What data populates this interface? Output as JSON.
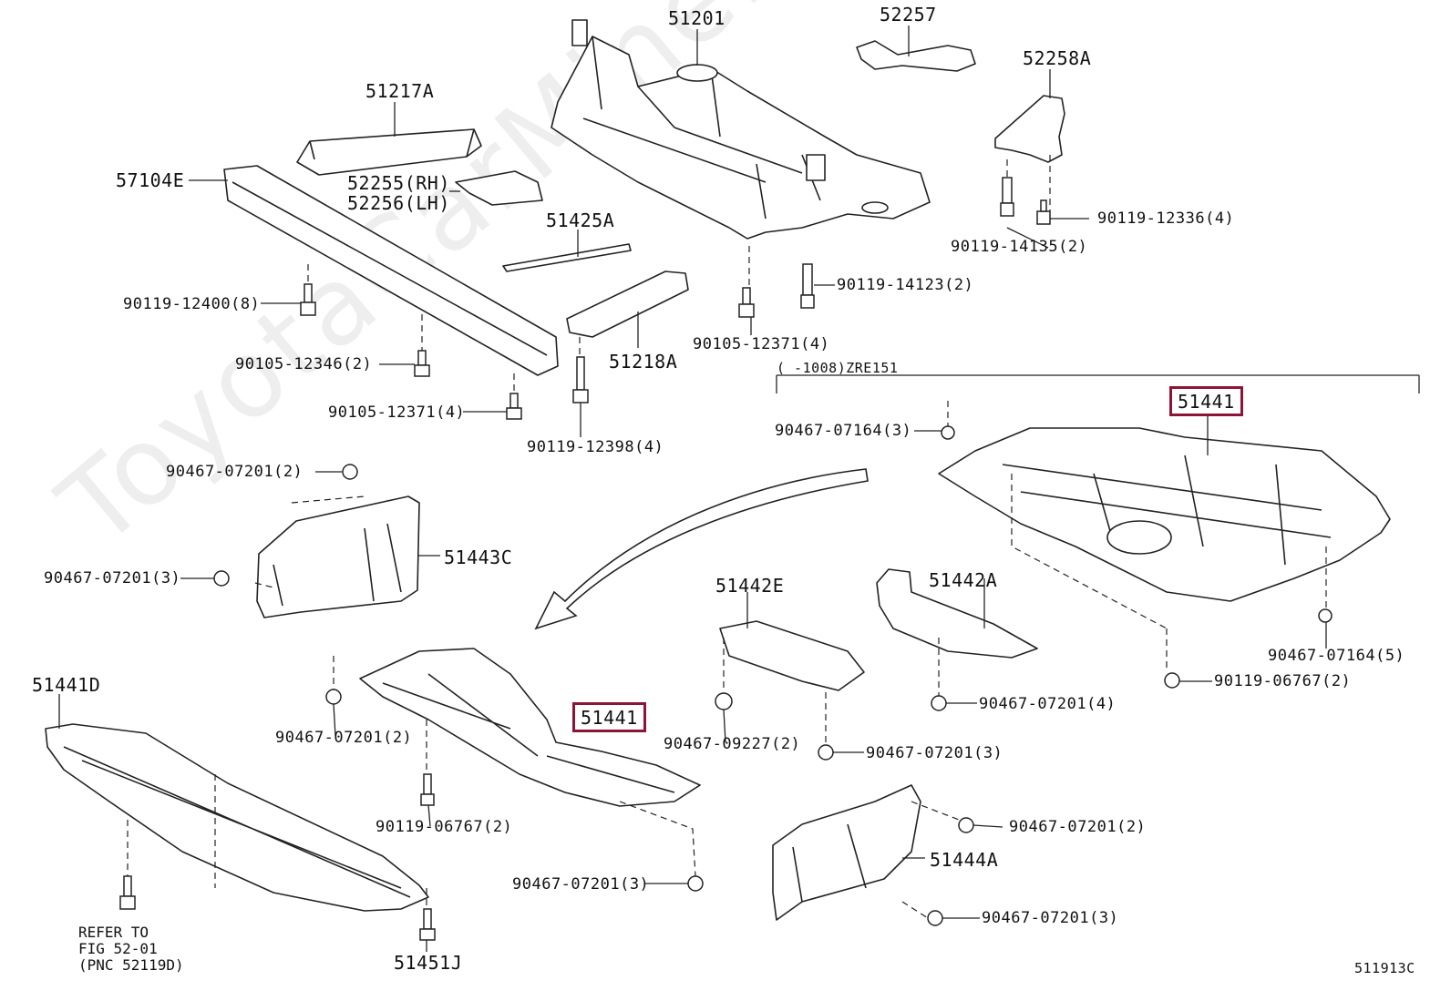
{
  "watermark": "ToyotaCarMine.ru",
  "figure_code": "511913C",
  "range_note": "(      -1008)ZRE151",
  "refer_note": [
    "REFER TO",
    "FIG 52-01",
    "(PNC 52119D)"
  ],
  "parts": {
    "p51201": "51201",
    "p52257": "52257",
    "p52258A": "52258A",
    "p51217A": "51217A",
    "p57104E": "57104E",
    "p52255": "52255(RH)",
    "p52256": "52256(LH)",
    "p51425A": "51425A",
    "p51218A": "51218A",
    "p51443C": "51443C",
    "p51441_top": "51441",
    "p51441_mid": "51441",
    "p51442E": "51442E",
    "p51442A": "51442A",
    "p51441D": "51441D",
    "p51444A": "51444A",
    "p51451J": "51451J"
  },
  "fasteners": {
    "f90119_12336": "90119-12336(4)",
    "f90119_14135": "90119-14135(2)",
    "f90119_14123": "90119-14123(2)",
    "f90119_12400": "90119-12400(8)",
    "f90105_12371_a": "90105-12371(4)",
    "f90105_12346": "90105-12346(2)",
    "f90105_12371_b": "90105-12371(4)",
    "f90119_12398": "90119-12398(4)",
    "f90467_07164_a": "90467-07164(3)",
    "f90467_07201_a": "90467-07201(2)",
    "f90467_07201_b": "90467-07201(3)",
    "f90467_07164_b": "90467-07164(5)",
    "f90119_06767_a": "90119-06767(2)",
    "f90467_07201_c": "90467-07201(4)",
    "f90467_07201_d": "90467-07201(2)",
    "f90467_09227": "90467-09227(2)",
    "f90467_07201_e": "90467-07201(3)",
    "f90119_06767_b": "90119-06767(2)",
    "f90467_07201_f": "90467-07201(3)",
    "f90467_07201_g": "90467-07201(2)",
    "f90467_07201_h": "90467-07201(3)"
  },
  "colors": {
    "highlight": "#8e1436",
    "ink": "#111111"
  }
}
